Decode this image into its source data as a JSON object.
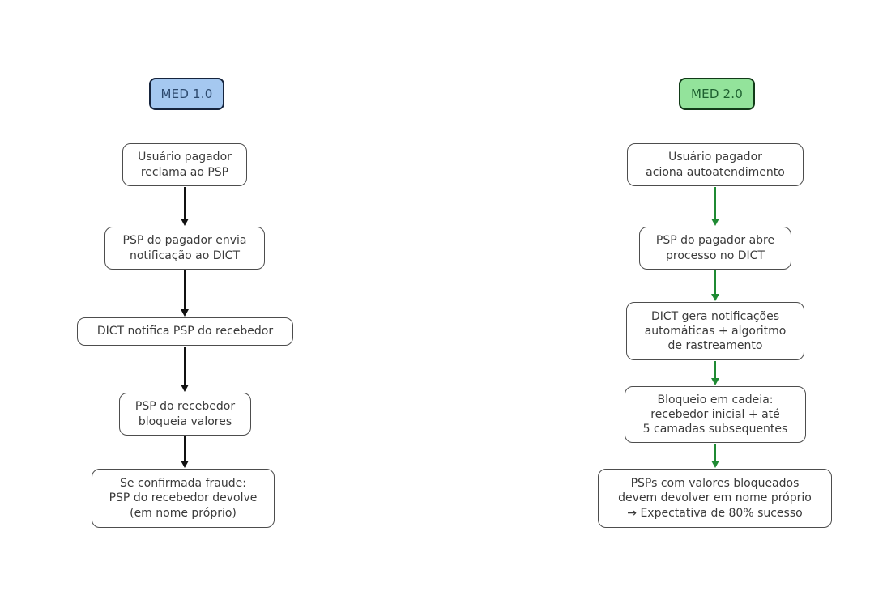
{
  "colors": {
    "background": "#ffffff",
    "med10_fill": "#a5c8f0",
    "med10_border": "#16243d",
    "med10_text": "#2d4a6e",
    "med20_fill": "#93e39b",
    "med20_border": "#123a18",
    "med20_text": "#1e6130",
    "box_border": "#4d4d4d",
    "box_text": "#3a3a3a",
    "arrow_black": "#111111",
    "arrow_green": "#1f8a33"
  },
  "med10": {
    "header": "MED 1.0",
    "steps": [
      "Usuário pagador\nreclama ao PSP",
      "PSP do pagador envia\nnotificação ao DICT",
      "DICT notifica PSP do recebedor",
      "PSP do recebedor\nbloqueia valores",
      "Se confirmada fraude:\nPSP do recebedor devolve\n(em nome próprio)"
    ]
  },
  "med20": {
    "header": "MED 2.0",
    "steps": [
      "Usuário pagador\naciona autoatendimento",
      "PSP do pagador abre\nprocesso no DICT",
      "DICT gera notificações\nautomáticas + algoritmo\nde rastreamento",
      "Bloqueio em cadeia:\nrecebedor inicial + até\n5 camadas subsequentes",
      "PSPs com valores bloqueados\ndevem devolver em nome próprio\n→ Expectativa de 80% sucesso"
    ]
  }
}
